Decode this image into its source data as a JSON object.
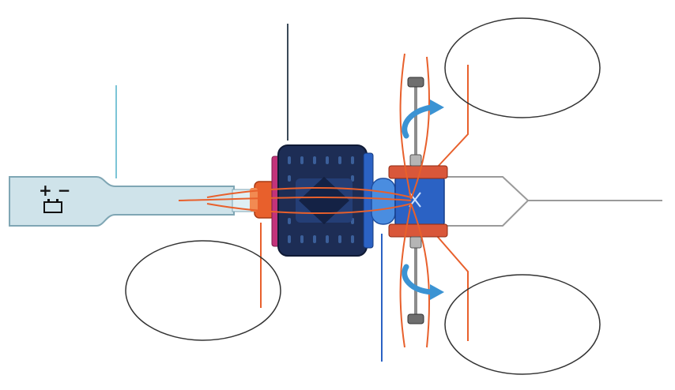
{
  "diagram": {
    "battery_symbol": {
      "polarity_text": "+ −",
      "icon": "battery-icon"
    },
    "label_ellipses": [
      {
        "id": "top-right",
        "text": ""
      },
      {
        "id": "bottom-left",
        "text": ""
      },
      {
        "id": "bottom-right",
        "text": ""
      }
    ],
    "colors": {
      "lead_fill": "#cfe3ea",
      "lead_stroke": "#7fa6b4",
      "armature_dark": "#1d2d55",
      "coil_blue": "#2b62c4",
      "flux_orange": "#e8602c",
      "arrow_blue": "#3b93d3",
      "leader_teal": "#7cc4d6",
      "leader_grey": "#9a9a9a",
      "leader_dark": "#3a4a58",
      "ellipse_stroke": "#333333"
    }
  }
}
